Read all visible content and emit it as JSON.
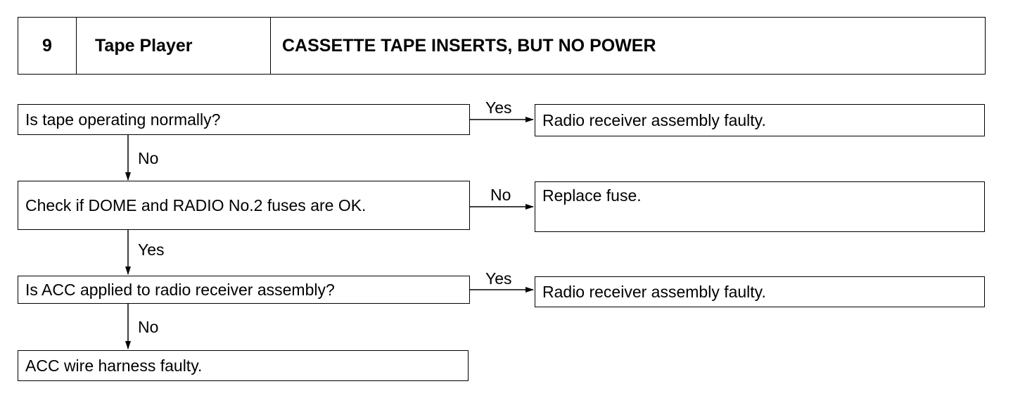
{
  "header": {
    "number": "9",
    "category": "Tape Player",
    "title": "CASSETTE TAPE INSERTS, BUT NO POWER"
  },
  "flow": {
    "q1": "Is tape operating normally?",
    "q1_yes_label": "Yes",
    "q1_yes_result": "Radio receiver assembly faulty.",
    "q1_no_label": "No",
    "q2": "Check if DOME and RADIO No.2 fuses are OK.",
    "q2_no_label": "No",
    "q2_no_result": "Replace fuse.",
    "q2_yes_label": "Yes",
    "q3": "Is ACC applied to radio receiver assembly?",
    "q3_yes_label": "Yes",
    "q3_yes_result": "Radio receiver assembly faulty.",
    "q3_no_label": "No",
    "final": "ACC wire harness faulty."
  }
}
